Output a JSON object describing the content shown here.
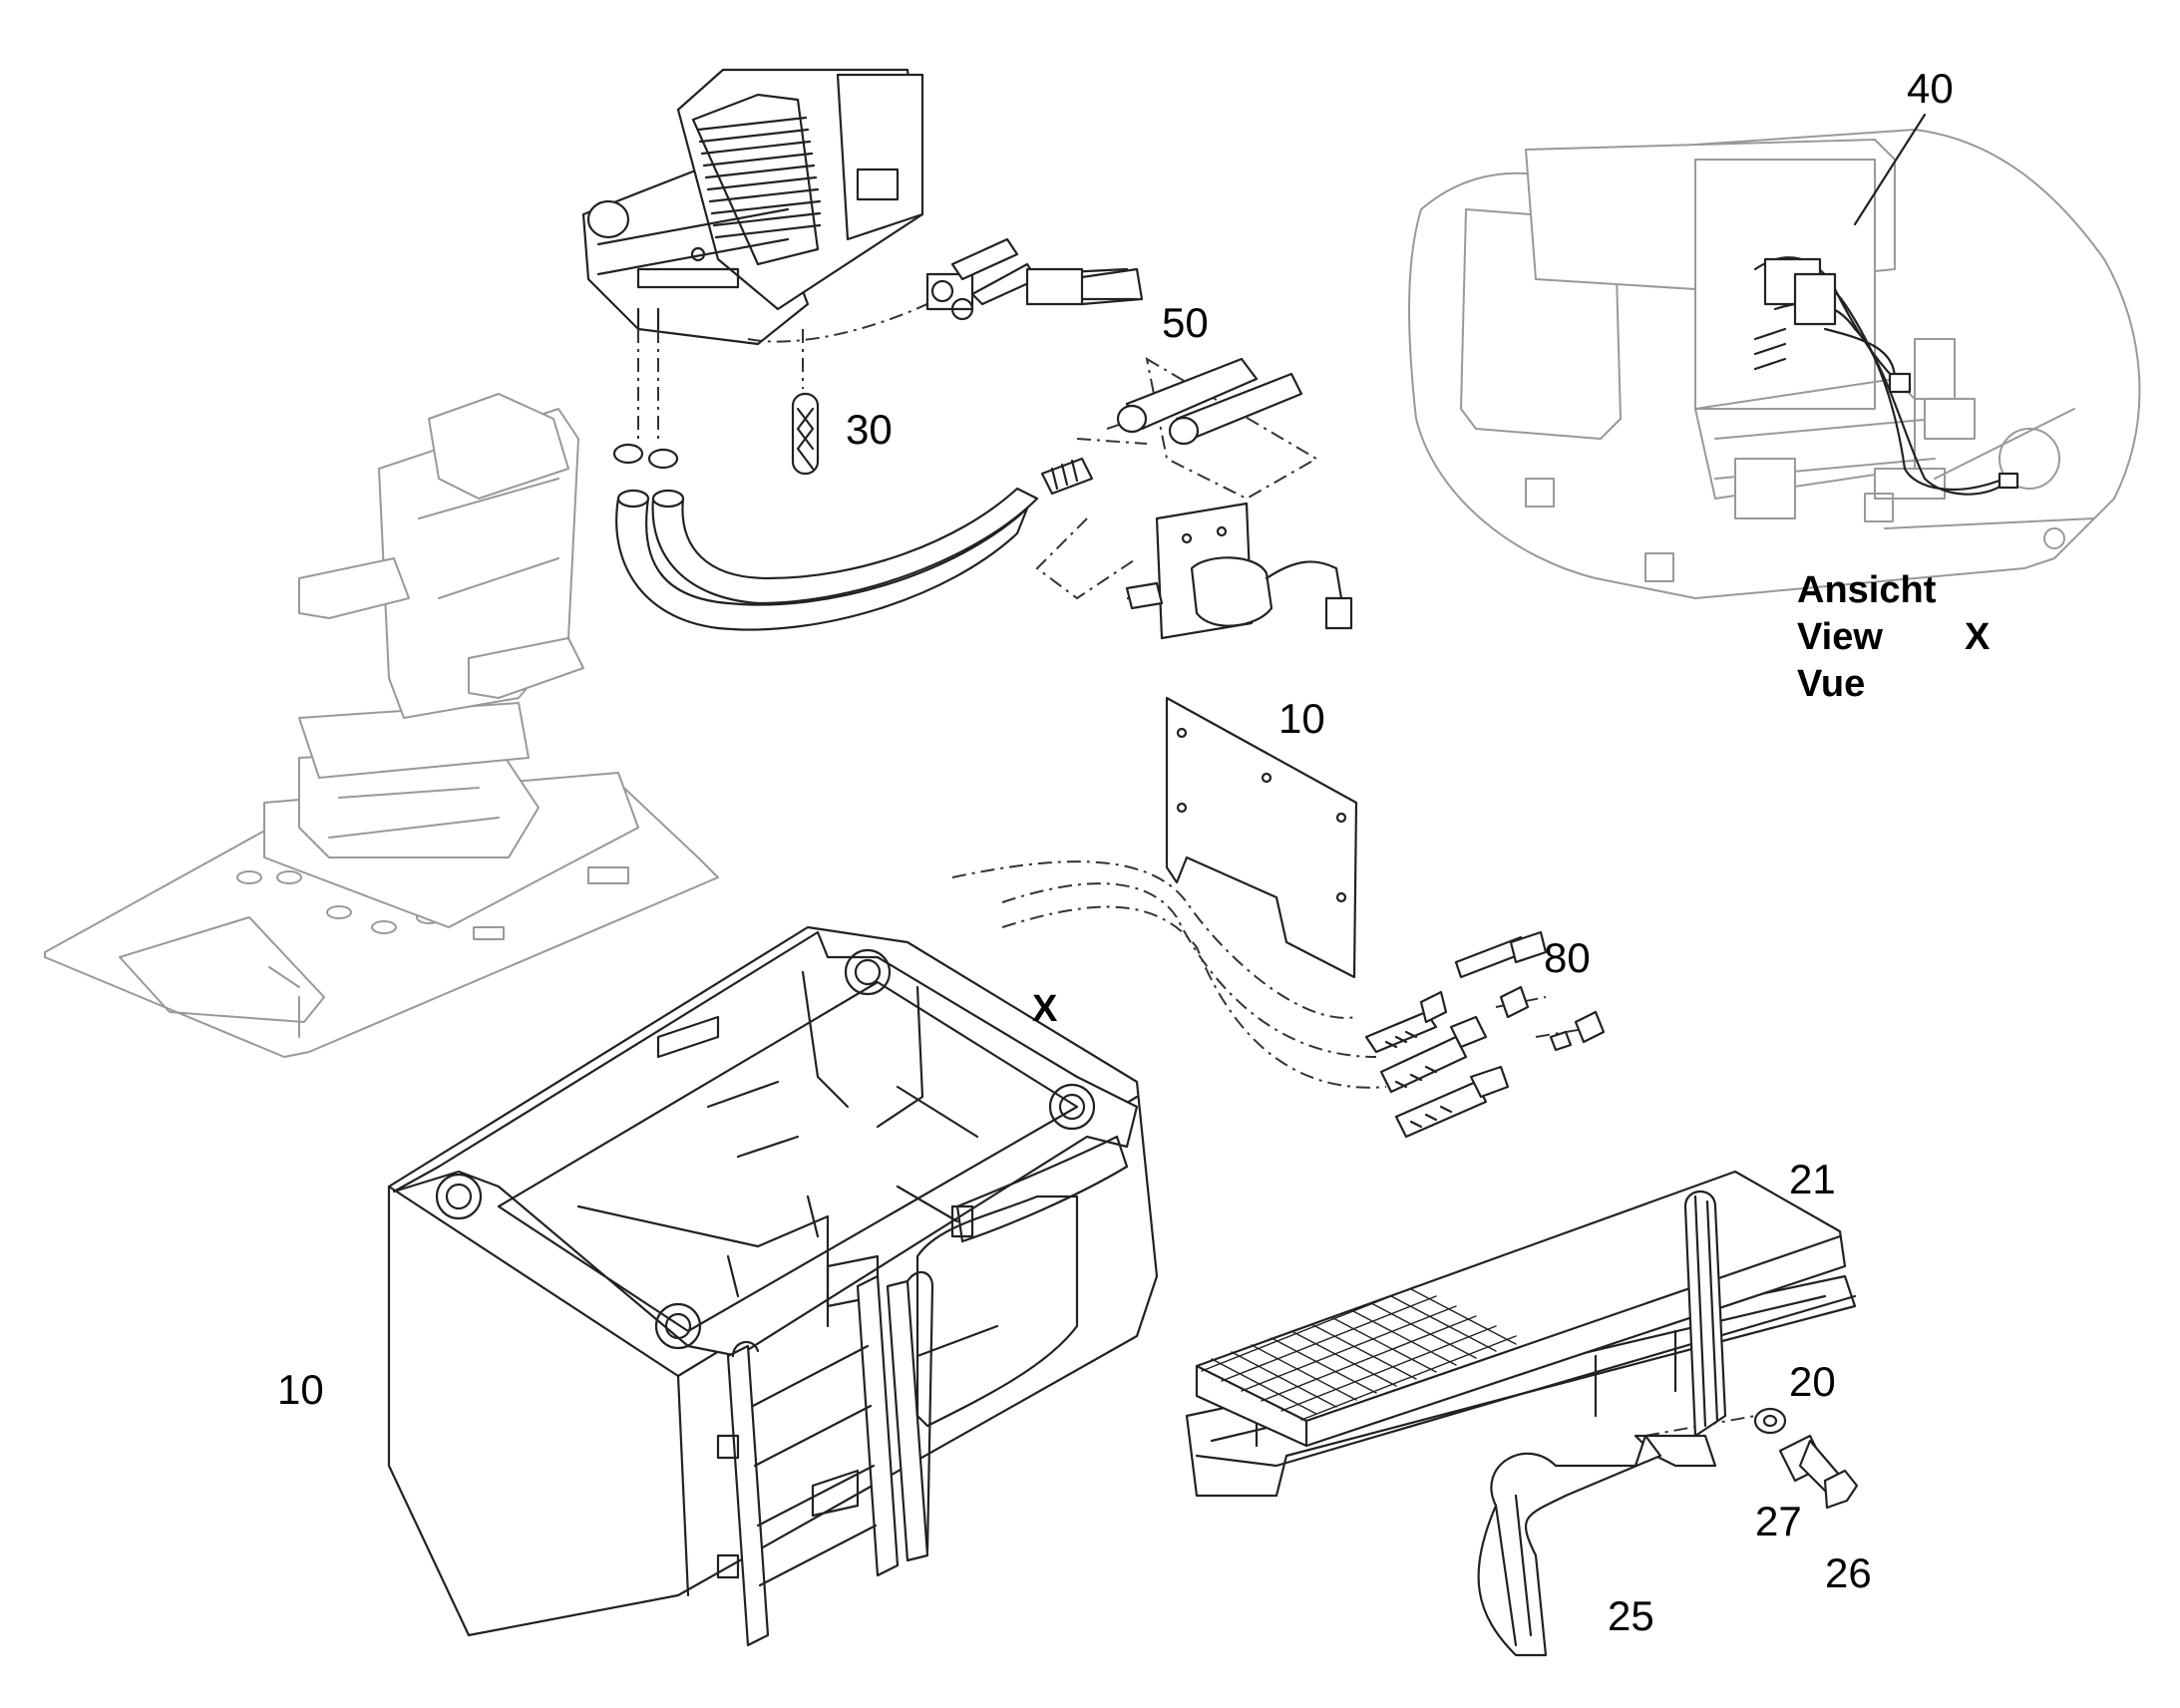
{
  "callouts": {
    "c40": "40",
    "c50": "50",
    "c30": "30",
    "c10_panel": "10",
    "c80": "80",
    "c10_base": "10",
    "c21": "21",
    "c20": "20",
    "c27": "27",
    "c26": "26",
    "c25": "25"
  },
  "view_arrow_letter": "X",
  "view_label": {
    "line1": "Ansicht",
    "line2": "View",
    "line3": "Vue",
    "letter": "X"
  }
}
